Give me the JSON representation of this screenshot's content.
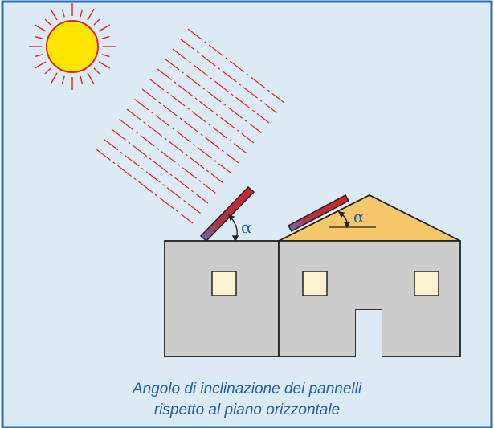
{
  "diagram": {
    "angle_symbol": "α",
    "caption_line1": "Angolo di inclinazione dei pannelli",
    "caption_line2": "rispetto al piano orizzontale",
    "colors": {
      "background": "#dceaf5",
      "border": "#2a6db5",
      "sun_fill": "#ffe600",
      "sun_rays": "#e8231e",
      "sunlight_lines": "#e8231e",
      "wall": "#cccccc",
      "roof": "#f7c76b",
      "window": "#fdf2cf",
      "panel_red": "#d6202a",
      "panel_blue": "#6b6fb5",
      "text": "#1f5fb0"
    }
  }
}
